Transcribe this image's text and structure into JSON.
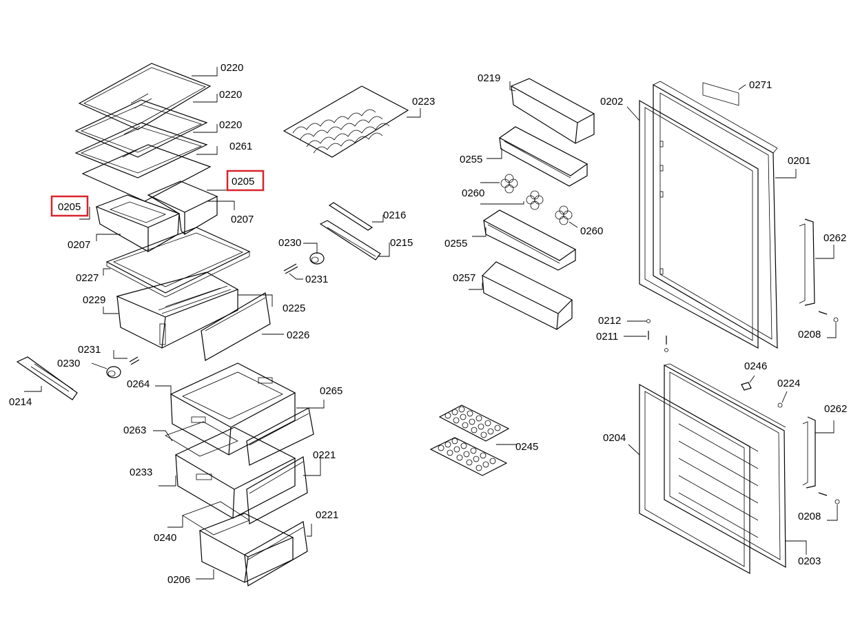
{
  "highlight_color": "#d9232b",
  "labels": {
    "l0220a": "0220",
    "l0220b": "0220",
    "l0220c": "0220",
    "l0261": "0261",
    "l0205a": "0205",
    "l0205b": "0205",
    "l0207a": "0207",
    "l0207b": "0207",
    "l0227": "0227",
    "l0229": "0229",
    "l0225": "0225",
    "l0226": "0226",
    "l0231a": "0231",
    "l0230a": "0230",
    "l0214": "0214",
    "l0264": "0264",
    "l0265": "0265",
    "l0263": "0263",
    "l0233": "0233",
    "l0221a": "0221",
    "l0240": "0240",
    "l0221b": "0221",
    "l0206": "0206",
    "l0223": "0223",
    "l0216": "0216",
    "l0230b": "0230",
    "l0215": "0215",
    "l0231b": "0231",
    "l0219": "0219",
    "l0255a": "0255",
    "l0260a": "0260",
    "l0260b": "0260",
    "l0255b": "0255",
    "l0257": "0257",
    "l0245": "0245",
    "l0202": "0202",
    "l0271": "0271",
    "l0201": "0201",
    "l0262a": "0262",
    "l0212": "0212",
    "l0211": "0211",
    "l0208a": "0208",
    "l0246": "0246",
    "l0224": "0224",
    "l0262b": "0262",
    "l0204": "0204",
    "l0208b": "0208",
    "l0203": "0203"
  }
}
